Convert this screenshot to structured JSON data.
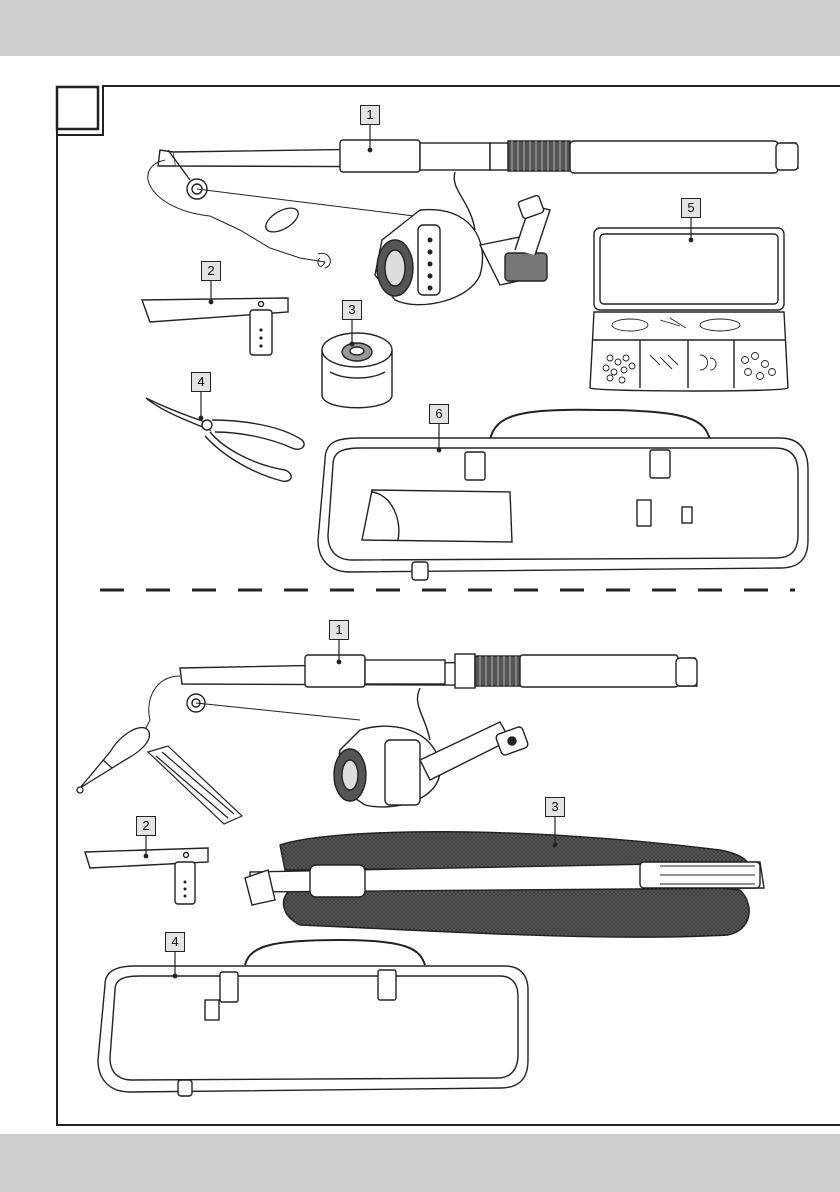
{
  "figure_a": {
    "callouts": [
      {
        "id": "a1",
        "label": "1"
      },
      {
        "id": "a2",
        "label": "2"
      },
      {
        "id": "a3",
        "label": "3"
      },
      {
        "id": "a4",
        "label": "4"
      },
      {
        "id": "a5",
        "label": "5"
      },
      {
        "id": "a6",
        "label": "6"
      }
    ]
  },
  "figure_b": {
    "callouts": [
      {
        "id": "b1",
        "label": "1"
      },
      {
        "id": "b2",
        "label": "2"
      },
      {
        "id": "b3",
        "label": "3"
      },
      {
        "id": "b4",
        "label": "4"
      }
    ]
  },
  "colors": {
    "band": "#cfcfcf",
    "line": "#222222",
    "callout_fill": "#e4e4e4",
    "net": "#3a3a3a"
  },
  "icons": [
    "fishing-rod-illustration",
    "spinning-reel-illustration",
    "rod-holder-illustration",
    "spare-spool-illustration",
    "pliers-illustration",
    "tackle-box-illustration",
    "carry-bag-illustration",
    "float-illustration",
    "line-winder-illustration",
    "landing-net-illustration"
  ]
}
